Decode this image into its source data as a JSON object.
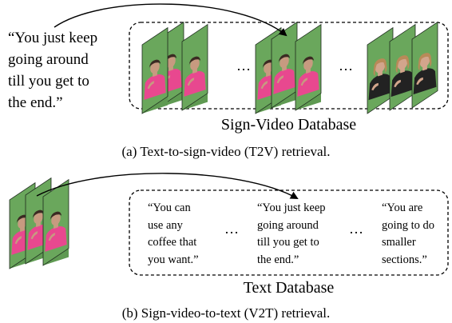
{
  "t2v": {
    "query_text": "“You just keep\ngoing around\ntill you get to\nthe end.”",
    "database_label": "Sign-Video Database",
    "caption": "(a) Text-to-sign-video (T2V) retrieval."
  },
  "v2t": {
    "texts": [
      "“You can\nuse any\ncoffee that\nyou want.”",
      "“You just keep\ngoing around\ntill you get to\nthe end.”",
      "“You are\ngoing to do\nsmaller\nsections.”"
    ],
    "database_label": "Text Database",
    "caption": "(b) Sign-video-to-text (V2T) retrieval."
  },
  "ellipsis": "…",
  "colors": {
    "frame_green": "#5f9a52",
    "shirt_pink": "#e8488f",
    "shirt_black": "#222222",
    "skin": "#c79a80"
  }
}
